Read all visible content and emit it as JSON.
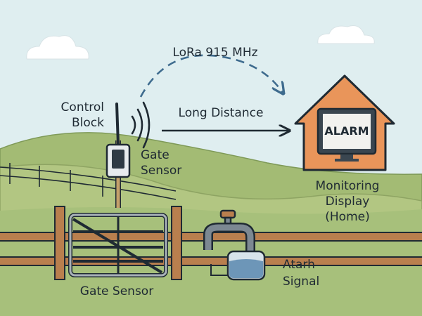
{
  "labels": {
    "lora": "LoRa 915 MHz",
    "long_distance": "Long Distance",
    "control_block_line1": "Control",
    "control_block_line2": "Block",
    "gate_sensor_top_line1": "Gate",
    "gate_sensor_top_line2": "Sensor",
    "monitoring_line1": "Monitoring",
    "monitoring_line2": "Display",
    "monitoring_line3": "(Home)",
    "gate_sensor_bottom": "Gate Sensor",
    "alarm_signal_line1": "Atarh",
    "alarm_signal_line2": "Signal",
    "screen_text": "ALARM"
  },
  "colors": {
    "sky": "#dfeef0",
    "hill_far": "#9ab46e",
    "hill_mid": "#aec27f",
    "ground": "#a7c07b",
    "house": "#e9955a",
    "wood": "#b97f4e",
    "gate_metal": "#8c969e",
    "water": "#6d96b8",
    "signal_dash": "#3e6b8e",
    "outline": "#1f2a33"
  },
  "icons": [
    "cloud-icon",
    "antenna-icon",
    "radio-waves-icon",
    "house-icon",
    "monitor-icon",
    "water-tank-icon",
    "faucet-icon"
  ]
}
